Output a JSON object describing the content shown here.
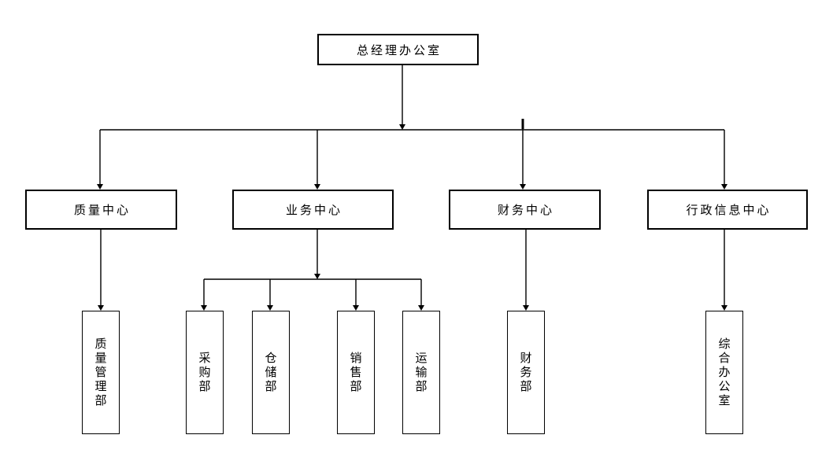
{
  "colors": {
    "background": "#ffffff",
    "line": "#000000",
    "box_border": "#000000",
    "box_fill": "#ffffff",
    "text": "#000000"
  },
  "diagram": {
    "type": "org-chart",
    "root": {
      "id": "general-manager-office",
      "label": "总经理办公室"
    },
    "level2": [
      {
        "id": "quality-center",
        "label": "质量中心",
        "parent": "总经理办公室"
      },
      {
        "id": "business-center",
        "label": "业务中心",
        "parent": "总经理办公室"
      },
      {
        "id": "finance-center",
        "label": "财务中心",
        "parent": "总经理办公室"
      },
      {
        "id": "admin-info-center",
        "label": "行政信息中心",
        "parent": "总经理办公室"
      }
    ],
    "level3": [
      {
        "id": "quality-management-dept",
        "label": "质量管理部",
        "parent": "质量中心"
      },
      {
        "id": "procurement-dept",
        "label": "采购部",
        "parent": "业务中心"
      },
      {
        "id": "warehousing-dept",
        "label": "仓储部",
        "parent": "业务中心"
      },
      {
        "id": "sales-dept",
        "label": "销售部",
        "parent": "业务中心"
      },
      {
        "id": "transportation-dept",
        "label": "运输部",
        "parent": "业务中心"
      },
      {
        "id": "finance-dept",
        "label": "财务部",
        "parent": "财务中心"
      },
      {
        "id": "general-office",
        "label": "综合办公室",
        "parent": "行政信息中心"
      }
    ]
  }
}
